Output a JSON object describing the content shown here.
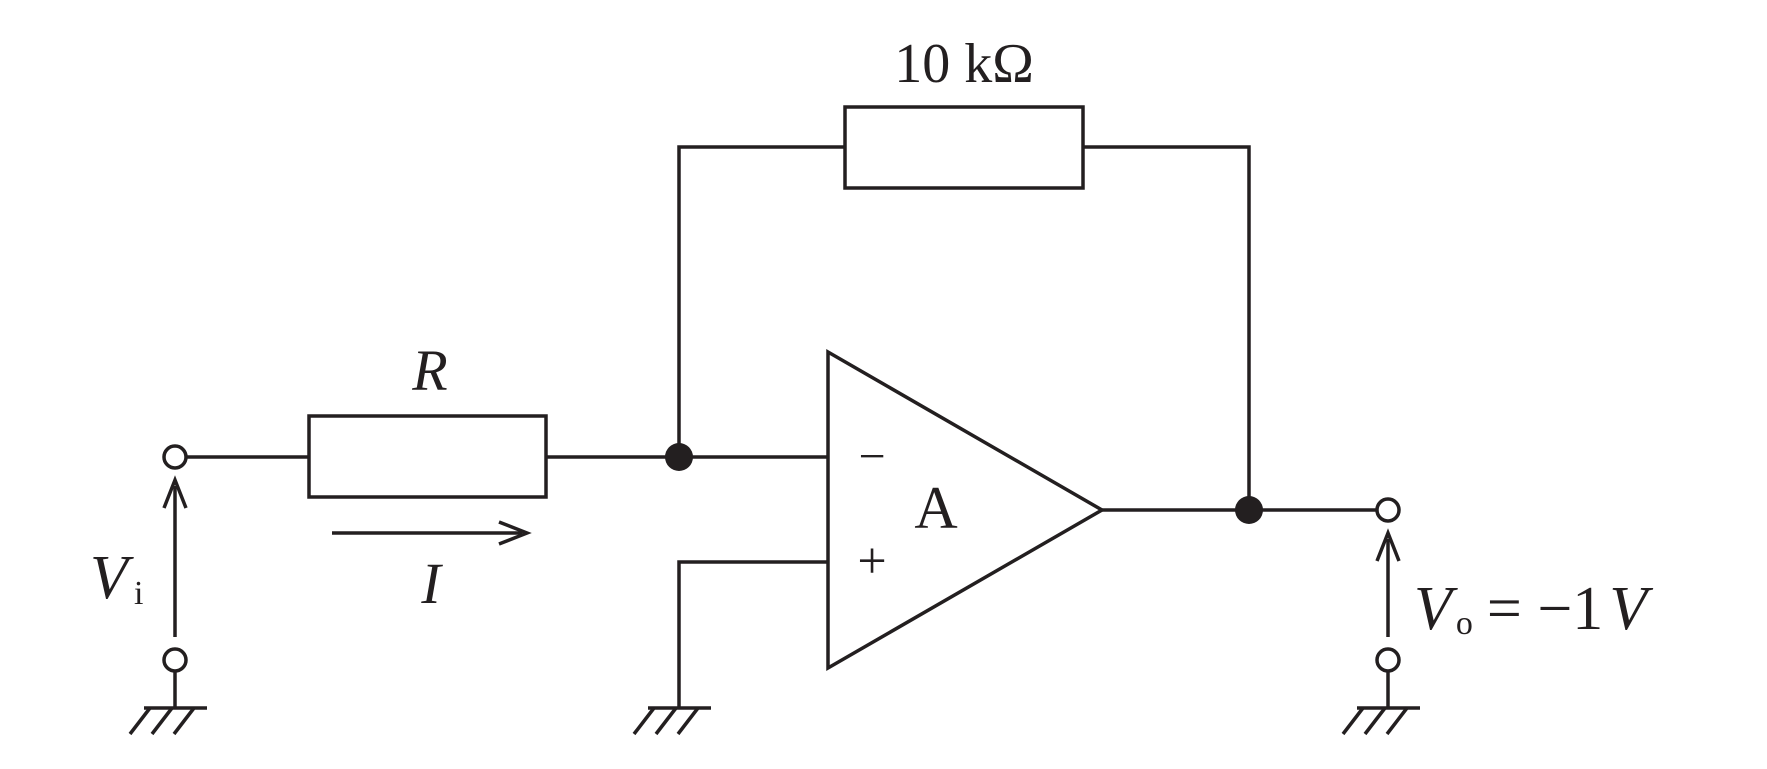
{
  "labels": {
    "feedback_resistor": "10 kΩ",
    "input_resistor": "R",
    "current": "I",
    "input_voltage_symbol": "V",
    "input_voltage_subscript": "i",
    "output_voltage_symbol": "V",
    "output_voltage_subscript": "o",
    "output_voltage_value": "= −1",
    "output_voltage_unit": "V",
    "opamp": "A",
    "inverting_sign": "−",
    "noninverting_sign": "+"
  },
  "colors": {
    "ink": "#231f20",
    "background": "#ffffff"
  }
}
